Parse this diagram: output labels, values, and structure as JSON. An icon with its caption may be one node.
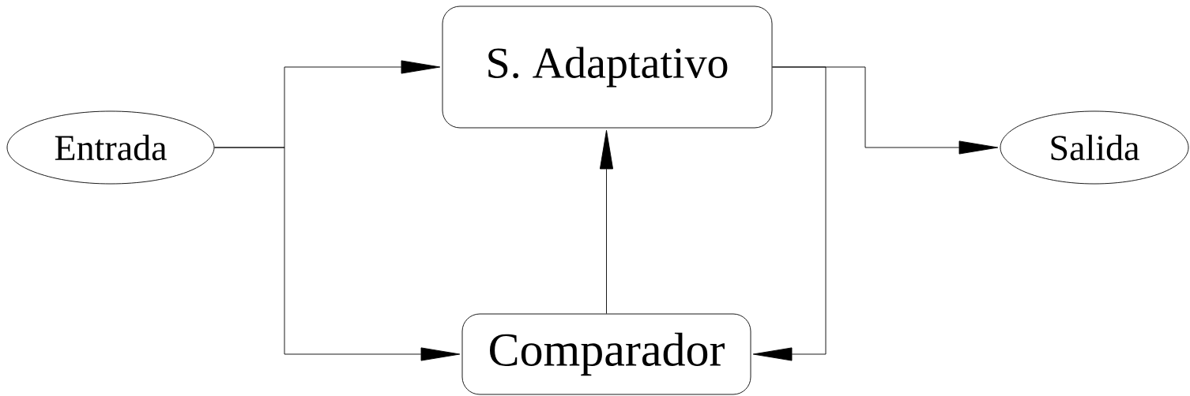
{
  "diagram": {
    "nodes": [
      {
        "text": [
          "Entrada"
        ]
      },
      {
        "text": [
          "S. Adaptativo"
        ]
      },
      {
        "text": [
          "Comparador"
        ]
      },
      {
        "text": [
          "Salida"
        ]
      }
    ],
    "edges": [
      {
        "from": 0,
        "to": 1,
        "arrow": "to"
      },
      {
        "from": 0,
        "to": 2,
        "arrow": "to"
      },
      {
        "from": 1,
        "to": 3,
        "arrow": "to"
      },
      {
        "from": 1,
        "to": 2,
        "arrow": "to"
      },
      {
        "from": 2,
        "to": 1,
        "arrow": "to"
      }
    ]
  }
}
